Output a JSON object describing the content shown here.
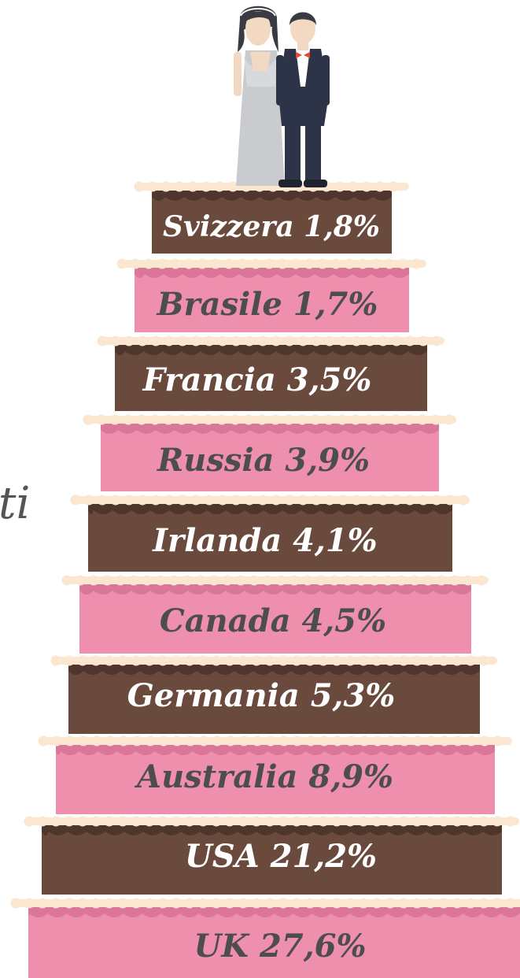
{
  "side_text": "ti",
  "colors": {
    "chocolate": "#6b4a3e",
    "pink": "#ee8fae",
    "cream": "#fbe6cf",
    "text_light": "#ffffff",
    "text_dark": "#4d4d4d",
    "side_text": "#555555"
  },
  "chart_data": {
    "type": "bar",
    "style": "stacked-cake",
    "title": "",
    "categories": [
      "Svizzera",
      "Brasile",
      "Francia",
      "Russia",
      "Irlanda",
      "Canada",
      "Germania",
      "Australia",
      "USA",
      "UK"
    ],
    "values": [
      1.8,
      1.7,
      3.5,
      3.9,
      4.1,
      4.5,
      5.3,
      8.9,
      21.2,
      27.6
    ],
    "labels": [
      "Svizzera  1,8%",
      "Brasile 1,7%",
      "Francia 3,5%",
      "Russia 3,9%",
      "Irlanda 4,1%",
      "Canada 4,5%",
      "Germania 5,3%",
      "Australia 8,9%",
      "USA 21,2%",
      "UK 27,6%"
    ],
    "unit": "%",
    "tier_colors": [
      "chocolate",
      "pink",
      "chocolate",
      "pink",
      "chocolate",
      "pink",
      "chocolate",
      "pink",
      "chocolate",
      "pink"
    ]
  },
  "topper": {
    "name": "bride-and-groom-figurine"
  }
}
